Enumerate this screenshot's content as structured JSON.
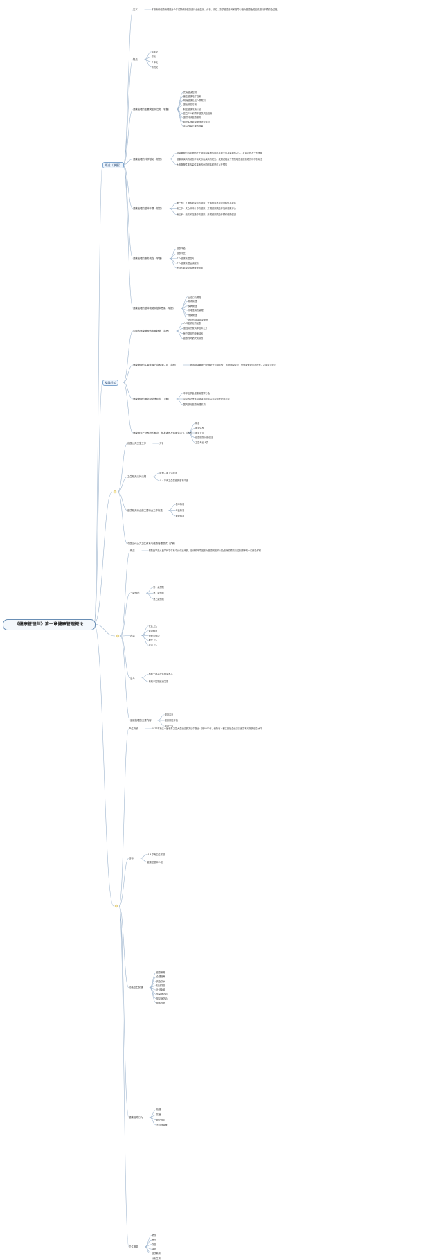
{
  "root": {
    "title": "《健康管理师》第一章健康管理概论"
  },
  "colors": {
    "line": "#9fb6cf",
    "accent": "#2b4d77"
  },
  "sections": {
    "s1": {
      "label": "概述（掌握）",
      "items": [
        {
          "text": "定义",
          "sub": [
            "本书所称健康管理是对个体或群体的健康进行全面监测、分析、评估、提供健康咨询和指导以及对健康危险因素进行干预的全过程。"
          ]
        },
        {
          "text": "特点",
          "sub": [
            "标准化",
            "量化",
            "个体化",
            "系统化"
          ]
        },
        {
          "text": "健康管理的主要类型和任务（掌握）",
          "sub": [
            "完善健康检测",
            "建立健康电子档案",
            "明确健康危险人群类别",
            "提出改善方案",
            "制定健康改善计划",
            "建立个人和群体健康风险档案",
            "提供持续健康服务",
            "组织实施健康管理综合评价",
            "评估改善方案的效果"
          ]
        },
        {
          "text": "健康管理的科学基础（熟悉）",
          "sub": [
            "健康管理的科学基础在于健康和疾病的动态平衡关系及疾病的发生、发展过程及干预策略",
            "健康和疾病的动态平衡关系及疾病的发生、发展过程及干预策略是健康管理的科学基础之一",
            "大多数慢性非传染性疾病的危险因素都是可以干预的"
          ]
        },
        {
          "text": "健康管理的基本步骤（熟悉）",
          "sub": [
            "第一步：了解和掌握你的健康，开展健康状况检测和信息收集",
            "第二步：关心和评价你的健康，开展健康风险评估和健康评价",
            "第三步：改善和促进你的健康，开展健康风险干预和健康促进"
          ]
        },
        {
          "text": "健康管理的服务流程（掌握）",
          "sub": [
            "健康体检",
            "健康评估",
            "个人健康管理咨询",
            "个人健康管理后续服务",
            "专项的健康及疾病管理服务"
          ]
        },
        {
          "text": "健康管理的基本策略和基本思路（掌握）",
          "sub": [
            "生活方式管理",
            "需求管理",
            "疾病管理",
            "灾难性病伤管理",
            "残疾管理",
            "综合的群体健康管理"
          ]
        }
      ]
    },
    "s2": {
      "label": "发展趋势",
      "items": [
        {
          "text": "中国的健康管理的发展趋势（熟悉）",
          "sub": [
            "人口老龄化的加剧",
            "慢性病的发病率逐年上升",
            "医疗费用的快速增长",
            "健康保障模式的改变"
          ]
        },
        {
          "text": "健康管理的主要发展方向和关注点（熟悉）",
          "sub": [
            "我国健康管理行业尚处于初级阶段，市场规模较小，但健康管理需求旺盛，发展潜力巨大"
          ]
        },
        {
          "text": "健康管理的服务及学术机构（了解）",
          "sub": [
            "中华医学会健康管理学分会",
            "中华预防医学会健康风险评估与控制专业委员会",
            "国内部分健康管理机构"
          ]
        },
        {
          "text": "健康服务产业系统的概念、基本体系及其服务方式（熟悉）",
          "sub": [
            "概念",
            "服务体系",
            "服务方式",
            "健康服务对象包括",
            "卫生专业人员"
          ]
        }
      ]
    },
    "s3": {
      "label": "",
      "items": [
        {
          "text": "我国公共卫生工作",
          "sub": [
            "方针"
          ]
        },
        {
          "text": "卫生相关法律法规",
          "sub": [
            "政府主要卫生服务",
            "人人享有卫生保健的基本内涵"
          ]
        },
        {
          "text": "健康相关行业的主要行业工作标准",
          "sub": [
            "基本标准",
            "产品标准",
            "管理标准"
          ]
        },
        {
          "text": "中国当代公共卫生体系与健康管理模式（了解）",
          "sub": []
        }
      ]
    },
    "s4": {
      "label": "",
      "items": [
        {
          "text": "概念",
          "sub": [
            "预防医学是从医学科学体系中分化出来的，是研究环境因素对健康的影响以及疾病的预防与控制规律的一门综合学科"
          ]
        },
        {
          "text": "三级预防",
          "sub": [
            "第一级预防",
            "第二级预防",
            "第三级预防"
          ]
        },
        {
          "text": "内容",
          "sub": [
            "社区卫生",
            "健康教育",
            "营养与健康",
            "职业卫生",
            "环境卫生"
          ]
        },
        {
          "text": "意义",
          "sub": [
            "有利于提高全民健康水平",
            "有利于控制疾病发展"
          ]
        },
        {
          "text": "健康管理的主要内容",
          "sub": [
            "健康监测",
            "健康风险评估",
            "健康干预"
          ]
        }
      ]
    },
    "s5": {
      "label": "",
      "items": [
        {
          "text": "产生背景",
          "sub": [
            "1977年第三十届世界卫生大会通过的决议中提出：到2000年，使所有人都达到社会经济方面富有成效的健康水平"
          ]
        },
        {
          "text": "目标",
          "sub": [
            "人人享有卫生保健",
            "健康是基本人权"
          ]
        },
        {
          "text": "初级卫生保健",
          "sub": [
            "健康教育",
            "合理营养",
            "安全饮水",
            "妇幼保健",
            "计划免疫",
            "传染病防治",
            "常见病防治",
            "基本药物"
          ]
        },
        {
          "text": "健康相关行为",
          "sub": [
            "吸烟",
            "饮酒",
            "缺乏运动",
            "不合理膳食"
          ]
        },
        {
          "text": "卫生服务",
          "sub": [
            "预防",
            "医疗",
            "保健",
            "康复",
            "健康教育",
            "计划生育"
          ]
        }
      ]
    }
  }
}
